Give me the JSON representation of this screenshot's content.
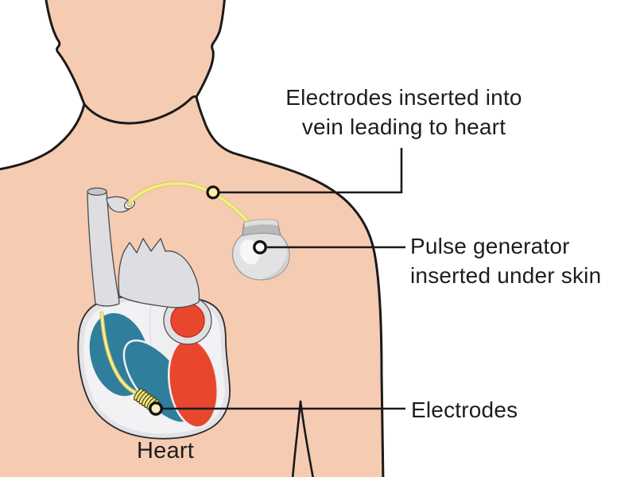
{
  "diagram": {
    "name": "pacemaker-implant-diagram",
    "labels": {
      "lead": {
        "line1": "Electrodes inserted into",
        "line2": "vein leading to heart"
      },
      "generator": {
        "line1": "Pulse generator",
        "line2": "inserted under skin"
      },
      "electrodes": {
        "text": "Electrodes"
      },
      "heart": {
        "text": "Heart"
      }
    },
    "colors": {
      "skin": "#F5CBB2",
      "outline": "#1A1A1A",
      "wire": "#F5EC8C",
      "wire_casing": "#D9CC64",
      "chamber_blue": "#2F7E9C",
      "chamber_red": "#E8472E",
      "heart_wall": "#E3E3E7",
      "heart_inner": "#F2F2F4",
      "vessel_gray": "#DEDEE2",
      "device_body": "#E2E2E4",
      "device_connector": "#B9B9BC",
      "callout_line": "#1A1A1A",
      "text": "#1D1D1F"
    }
  }
}
